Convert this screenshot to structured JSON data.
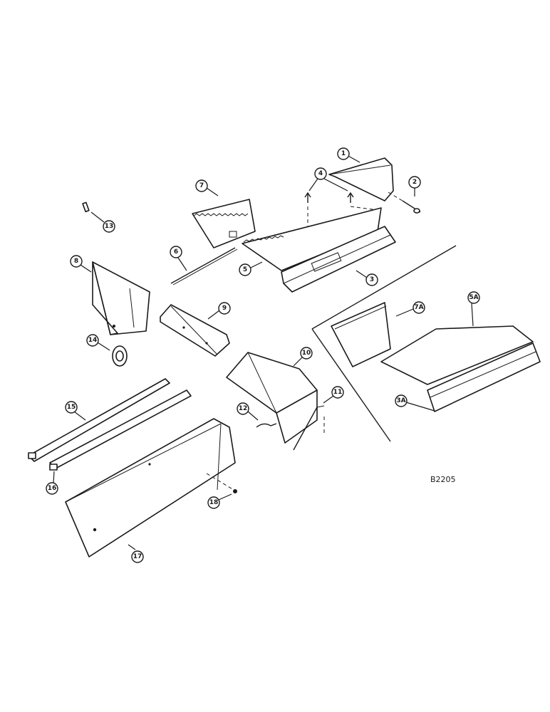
{
  "diagram": {
    "drawing_code": "B2205",
    "callouts": {
      "c1": "1",
      "c2": "2",
      "c3": "3",
      "c4": "4",
      "c5": "5",
      "c6": "6",
      "c7": "7",
      "c8": "8",
      "c9": "9",
      "c10": "10",
      "c11": "11",
      "c12": "12",
      "c13": "13",
      "c14": "14",
      "c15": "15",
      "c16": "16",
      "c17": "17",
      "c18": "18",
      "c3a": "3A",
      "c5a": "5A",
      "c7a": "7A"
    }
  }
}
